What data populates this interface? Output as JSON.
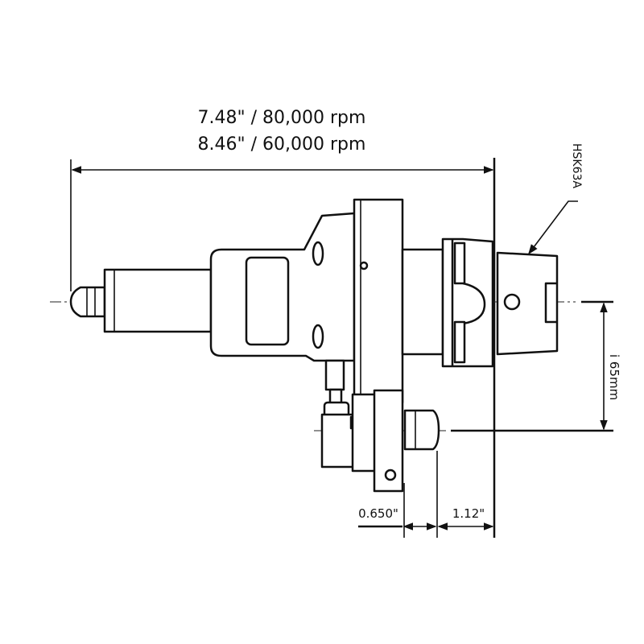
{
  "title": {
    "line1": "7.48\" / 80,000 rpm",
    "line2": "8.46\" / 60,000 rpm"
  },
  "labels": {
    "holder": "HSK63A",
    "offset": "i 65mm",
    "dim_left": "0.650\"",
    "dim_right": "1.12\""
  },
  "colors": {
    "ink": "#111111",
    "background": "#ffffff"
  }
}
